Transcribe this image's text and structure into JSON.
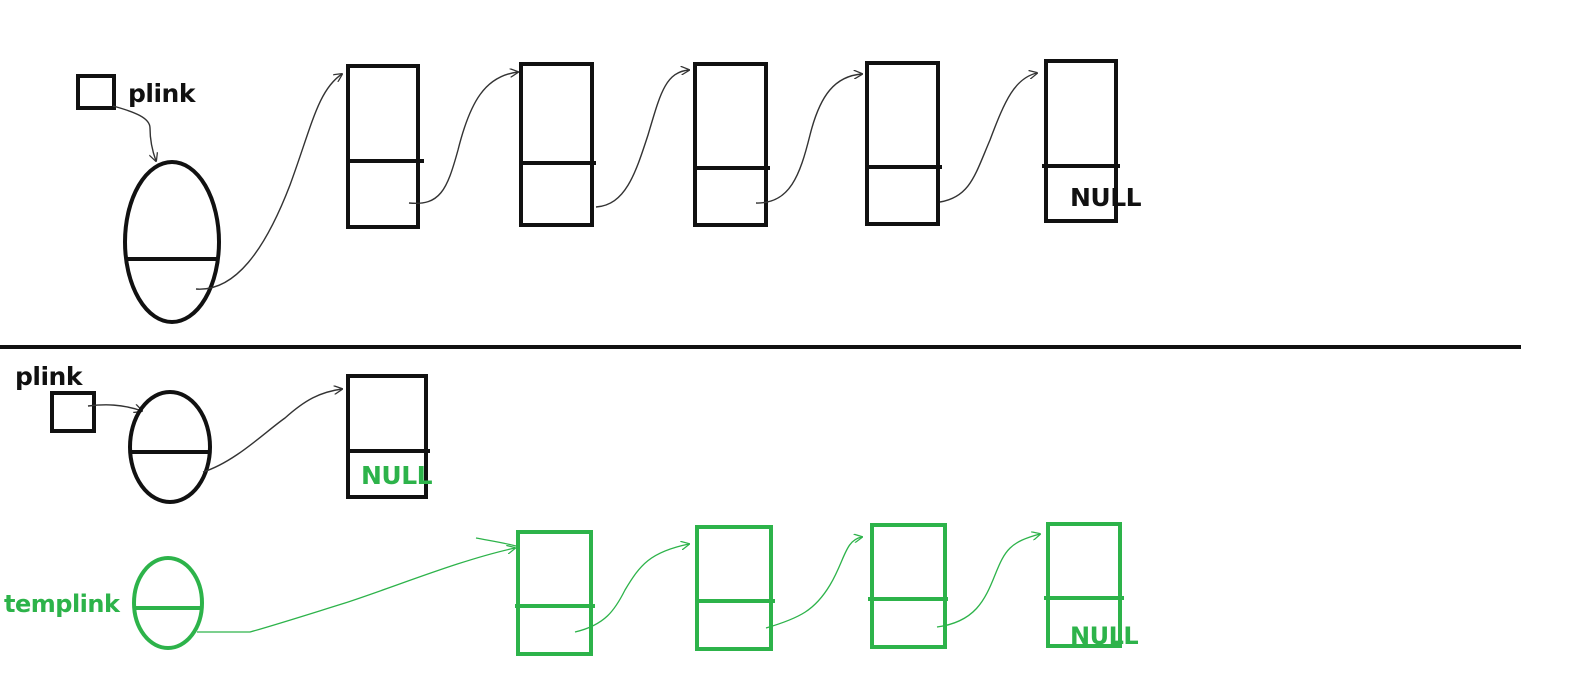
{
  "colors": {
    "ink": "#111111",
    "green": "#2db34a",
    "arrow": "#333333",
    "background": "#ffffff"
  },
  "top": {
    "pointer_label": "plink",
    "null_label": "NULL"
  },
  "bottom": {
    "pointer_label": "plink",
    "null_label": "NULL"
  },
  "temp": {
    "pointer_label": "templink",
    "null_label": "NULL"
  }
}
